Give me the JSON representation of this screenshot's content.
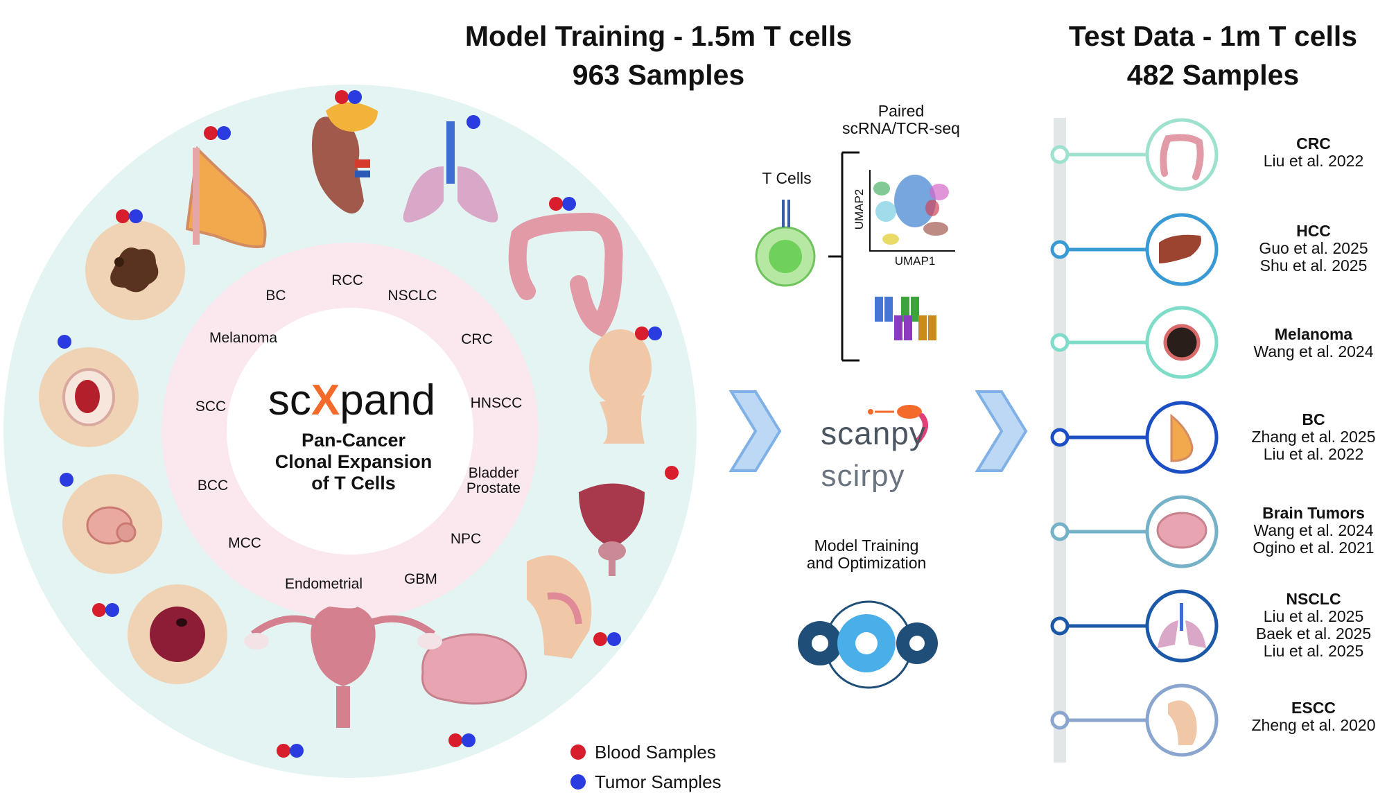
{
  "header": {
    "training_title_line1": "Model Training - 1.5m T cells",
    "training_title_line2": "963 Samples",
    "test_title_line1": "Test Data - 1m T cells",
    "test_title_line2": "482 Samples"
  },
  "center": {
    "logo_prefix": "sc",
    "logo_x": "X",
    "logo_suffix": "pand",
    "subtitle_line1": "Pan-Cancer",
    "subtitle_line2": "Clonal Expansion",
    "subtitle_line3": "of T Cells"
  },
  "ring_labels": [
    "BC",
    "RCC",
    "NSCLC",
    "CRC",
    "HNSCC",
    "Bladder",
    "Prostate",
    "NPC",
    "GBM",
    "Endometrial",
    "MCC",
    "BCC",
    "SCC",
    "Melanoma"
  ],
  "workflow": {
    "paired_line1": "Paired",
    "paired_line2": "scRNA/TCR-seq",
    "t_cells": "T Cells",
    "umap1": "UMAP1",
    "umap2": "UMAP2",
    "scanpy": "scanpy",
    "scirpy": "scirpy",
    "model_line1": "Model Training",
    "model_line2": "and Optimization"
  },
  "legend": {
    "blood": "Blood Samples",
    "tumor": "Tumor Samples"
  },
  "colors": {
    "blood_dot": "#d81e2c",
    "tumor_dot": "#2a3be0",
    "outer_ring": "#e3f4f3",
    "inner_ring": "#fbe8ee",
    "arrow": "#bcd8f5"
  },
  "test_sets": [
    {
      "title": "CRC",
      "refs": [
        "Liu et al. 2022"
      ]
    },
    {
      "title": "HCC",
      "refs": [
        "Guo et al. 2025",
        "Shu et al. 2025"
      ]
    },
    {
      "title": "Melanoma",
      "refs": [
        "Wang et al. 2024"
      ]
    },
    {
      "title": "BC",
      "refs": [
        "Zhang et al. 2025",
        "Liu et al. 2022"
      ]
    },
    {
      "title": "Brain Tumors",
      "refs": [
        "Wang et al. 2024",
        "Ogino et al. 2021"
      ]
    },
    {
      "title": "NSCLC",
      "refs": [
        "Liu et al. 2025",
        "Baek et al. 2025",
        "Liu et al. 2025"
      ]
    },
    {
      "title": "ESCC",
      "refs": [
        "Zheng et al. 2020"
      ]
    }
  ]
}
